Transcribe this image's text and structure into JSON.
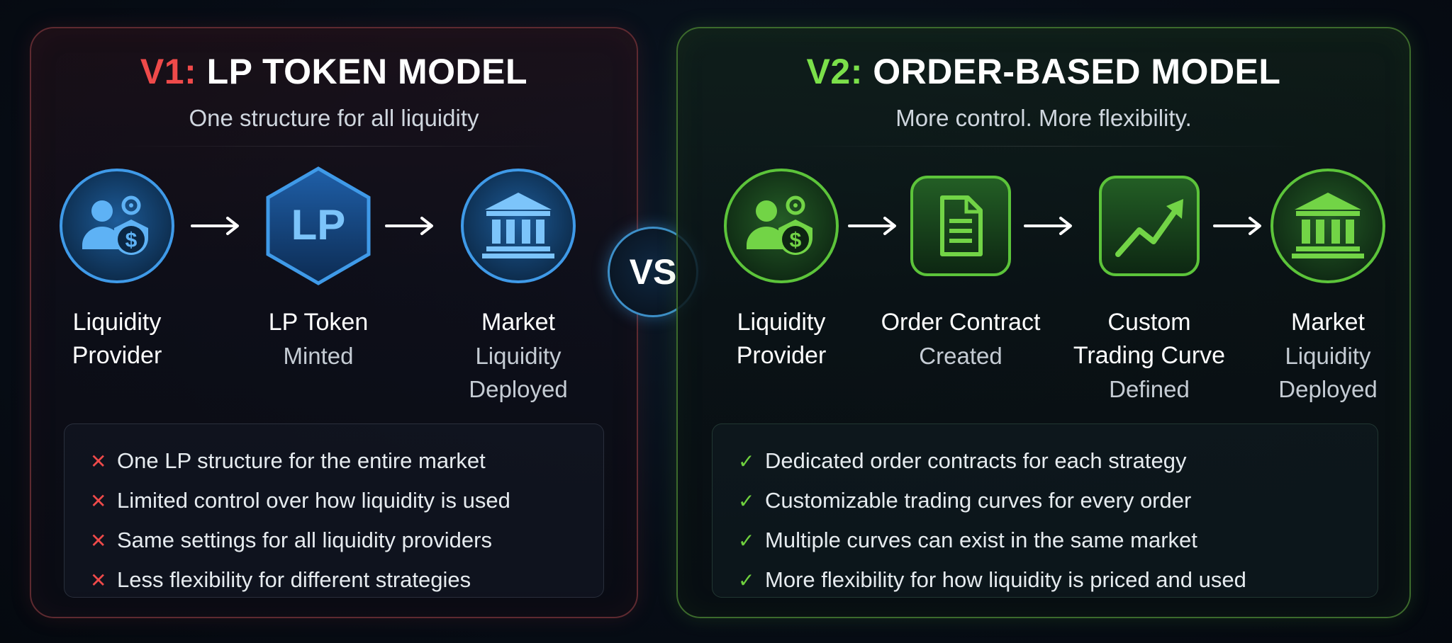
{
  "v1": {
    "version_label": "V1:",
    "title": "LP TOKEN MODEL",
    "subtitle": "One structure for all liquidity",
    "steps": [
      {
        "main": "Liquidity",
        "sub": "Provider",
        "sub_is_main": true,
        "icon": "liquidity-provider-icon"
      },
      {
        "main": "LP Token",
        "sub": "Minted",
        "icon": "lp-token-hexagon-icon",
        "icon_text": "LP"
      },
      {
        "main": "Market",
        "sub": "Liquidity",
        "sub2": "Deployed",
        "icon": "bank-icon"
      }
    ],
    "items": [
      "One LP structure for the entire market",
      "Limited control over how liquidity is used",
      "Same settings for all liquidity providers",
      "Less flexibility for different strategies"
    ],
    "item_mark": "✕",
    "accent_color": "#ef4a4a",
    "icon_color": "#4aa0ee"
  },
  "vs_label": "VS",
  "v2": {
    "version_label": "V2:",
    "title": "ORDER-BASED MODEL",
    "subtitle": "More control. More flexibility.",
    "steps": [
      {
        "main": "Liquidity",
        "sub": "Provider",
        "sub_is_main": true,
        "icon": "liquidity-provider-icon"
      },
      {
        "main": "Order Contract",
        "sub": "Created",
        "icon": "document-icon"
      },
      {
        "main": "Custom",
        "sub": "Trading Curve",
        "sub_is_main": true,
        "sub2": "Defined",
        "icon": "trend-chart-icon"
      },
      {
        "main": "Market",
        "sub": "Liquidity",
        "sub2": "Deployed",
        "icon": "bank-icon"
      }
    ],
    "items": [
      "Dedicated order contracts for each strategy",
      "Customizable trading curves for every order",
      "Multiple curves can exist in the same market",
      "More flexibility for how liquidity is priced and used"
    ],
    "item_mark": "✓",
    "accent_color": "#7be04a",
    "icon_color": "#6fd13e"
  }
}
